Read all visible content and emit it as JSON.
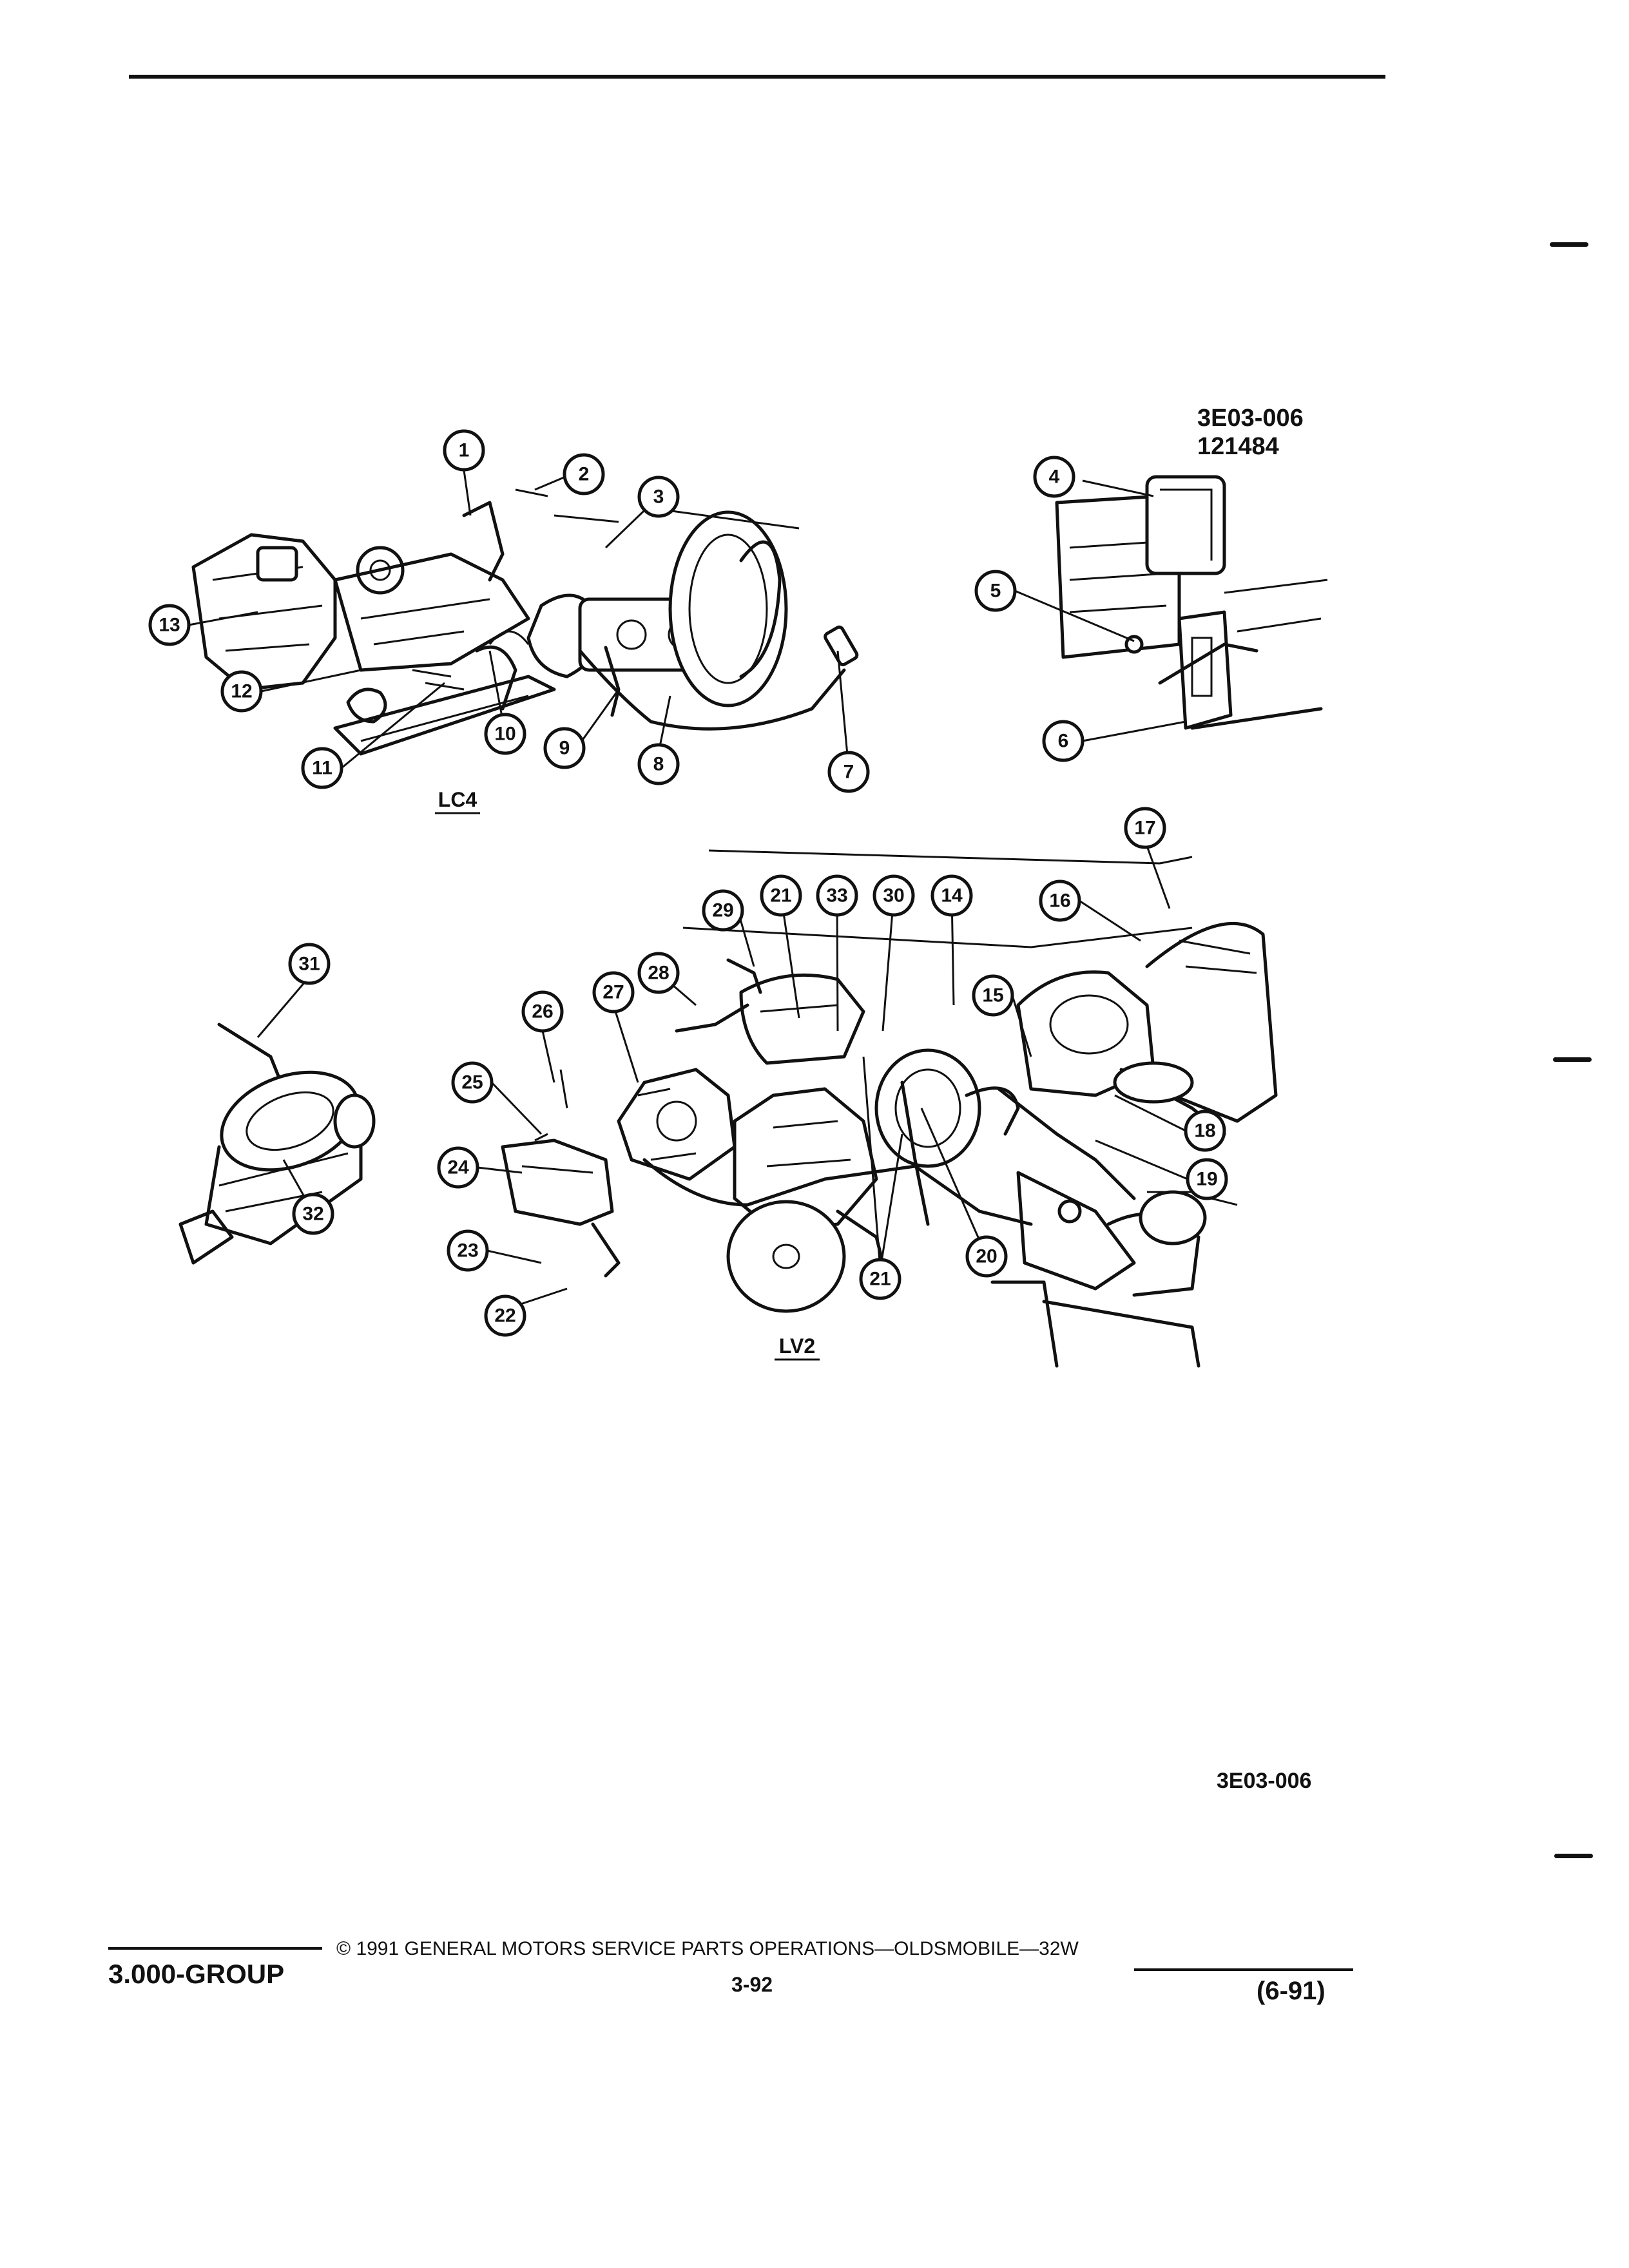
{
  "header": {
    "top_rule": true
  },
  "figure": {
    "ref_top": "3E03-006",
    "ref_date": "121484",
    "ref_bottom": "3E03-006",
    "engine_labels": {
      "lc4": "LC4",
      "lv2": "LV2"
    },
    "callouts": [
      "1",
      "2",
      "3",
      "4",
      "5",
      "6",
      "7",
      "8",
      "9",
      "10",
      "11",
      "12",
      "13",
      "14",
      "15",
      "16",
      "17",
      "18",
      "19",
      "20",
      "21",
      "21",
      "22",
      "23",
      "24",
      "25",
      "26",
      "27",
      "28",
      "29",
      "30",
      "31",
      "32",
      "33"
    ]
  },
  "footer": {
    "group": "3.000-GROUP",
    "copyright": "© 1991 GENERAL MOTORS SERVICE PARTS OPERATIONS—OLDSMOBILE—32W",
    "page_number": "3-92",
    "date_code": "(6-91)"
  }
}
